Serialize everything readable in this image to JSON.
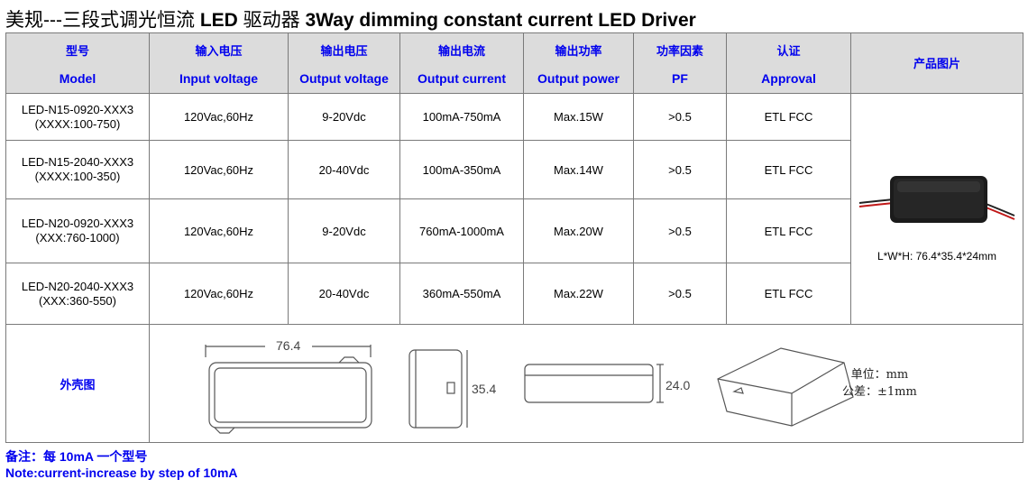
{
  "title": {
    "cn_prefix": "美规---三段式调光恒流",
    "led": " LED ",
    "cn_driver": "驱动器",
    "en": "  3Way dimming constant current LED Driver"
  },
  "headers": [
    {
      "zh": "型号",
      "en": "Model"
    },
    {
      "zh": "输入电压",
      "en": "Input voltage"
    },
    {
      "zh": "输出电压",
      "en": "Output voltage"
    },
    {
      "zh": "输出电流",
      "en": "Output current"
    },
    {
      "zh": "输出功率",
      "en": "Output power"
    },
    {
      "zh": "功率因素",
      "en": "PF"
    },
    {
      "zh": "认证",
      "en": "Approval"
    },
    {
      "zh": "产品图片",
      "en": ""
    }
  ],
  "rows": [
    {
      "model": "LED-N15-0920-XXX3",
      "range": "(XXXX:100-750)",
      "input": "120Vac,60Hz",
      "output_v": "9-20Vdc",
      "output_i": "100mA-750mA",
      "power": "Max.15W",
      "pf": ">0.5",
      "approval": "ETL FCC"
    },
    {
      "model": "LED-N15-2040-XXX3",
      "range": "(XXXX:100-350)",
      "input": "120Vac,60Hz",
      "output_v": "20-40Vdc",
      "output_i": "100mA-350mA",
      "power": "Max.14W",
      "pf": ">0.5",
      "approval": "ETL FCC"
    },
    {
      "model": "LED-N20-0920-XXX3",
      "range": "(XXX:760-1000)",
      "input": "120Vac,60Hz",
      "output_v": "9-20Vdc",
      "output_i": "760mA-1000mA",
      "power": "Max.20W",
      "pf": ">0.5",
      "approval": "ETL FCC"
    },
    {
      "model": "LED-N20-2040-XXX3",
      "range": "(XXX:360-550)",
      "input": "120Vac,60Hz",
      "output_v": "20-40Vdc",
      "output_i": "360mA-550mA",
      "power": "Max.22W",
      "pf": ">0.5",
      "approval": "ETL FCC"
    }
  ],
  "photo_caption": "L*W*H: 76.4*35.4*24mm",
  "shell": {
    "label": "外壳图",
    "dim_length": "76.4",
    "dim_width": "35.4",
    "dim_height": "24.0",
    "unit_line": "单位：mm",
    "tolerance_line": "公差：±1mm"
  },
  "notes": {
    "cn": "备注：每 10mA 一个型号",
    "en": "Note:current-increase by step of 10mA"
  }
}
